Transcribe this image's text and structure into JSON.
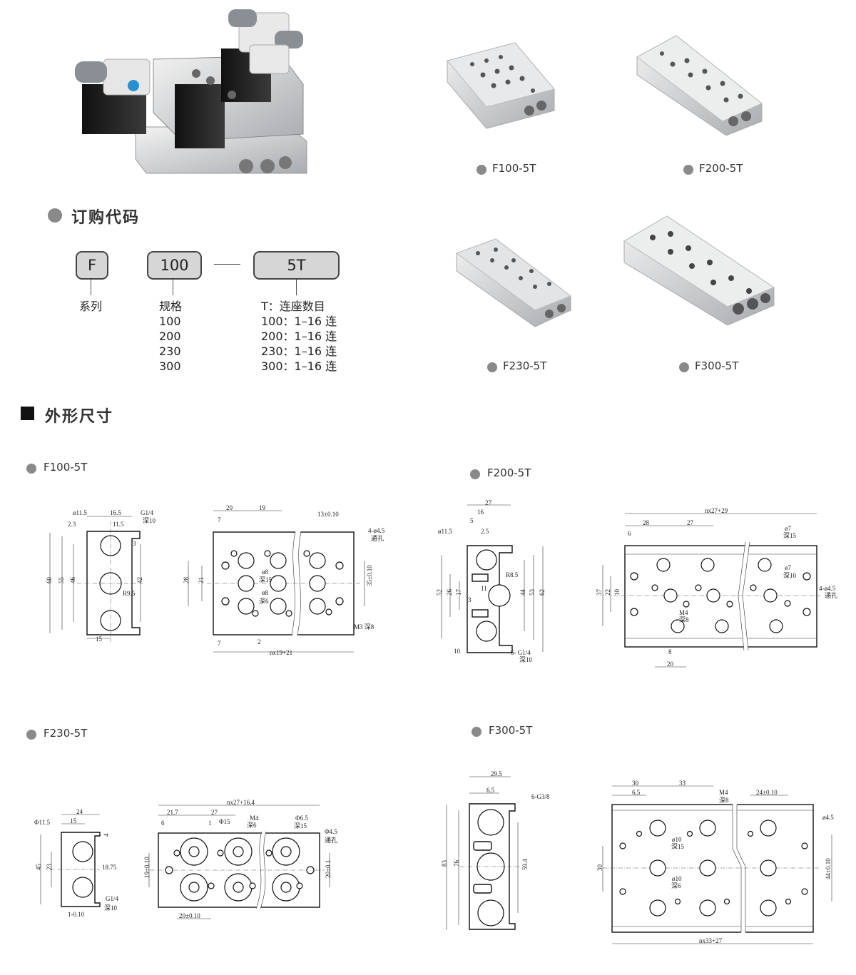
{
  "products": [
    {
      "label": "F100-5T"
    },
    {
      "label": "F200-5T"
    },
    {
      "label": "F230-5T"
    },
    {
      "label": "F300-5T"
    }
  ],
  "ordering": {
    "title": "订购代码",
    "codes": [
      "F",
      "100",
      "5T"
    ],
    "series_label": "系列",
    "spec_label": "规格",
    "specs": [
      "100",
      "200",
      "230",
      "300"
    ],
    "station_title": "T：连座数目",
    "stations": [
      "100：1–16 连",
      "200：1–16 连",
      "230：1–16 连",
      "300：1–16 连"
    ]
  },
  "dimensions": {
    "title": "外形尺寸",
    "f100": {
      "title": "F100-5T",
      "end": [
        "ø11.5",
        "16.5",
        "G1/4",
        "深10",
        "2.3",
        "11.5",
        "3",
        "60",
        "55",
        "46",
        "42",
        "R9.5",
        "15"
      ],
      "plate": [
        "20",
        "19",
        "13±0.10",
        "7",
        "4-ø4.5",
        "通孔",
        "ø8",
        "深15",
        "28",
        "21",
        "ø8",
        "深6",
        "35±0.10",
        "M3 深8",
        "7",
        "2",
        "nx19+21"
      ]
    },
    "f200": {
      "title": "F200-5T",
      "end": [
        "27",
        "16",
        "5",
        "2.5",
        "ø11.5",
        "R8.5",
        "52",
        "26",
        "17",
        "11",
        "3",
        "44",
        "53",
        "62",
        "10",
        "6- G1/4",
        "深10"
      ],
      "plate": [
        "nx27+29",
        "28",
        "27",
        "6",
        "ø7",
        "深15",
        "ø7",
        "深10",
        "4-ø4.5",
        "通孔",
        "37",
        "22",
        "10",
        "M4",
        "深8",
        "8",
        "20"
      ]
    },
    "f230": {
      "title": "F230-5T",
      "end": [
        "24",
        "15",
        "Φ11.5",
        "4",
        "45",
        "23",
        "18.75",
        "G1/4",
        "深10",
        "1-0.10"
      ],
      "plate": [
        "nx27+16.4",
        "21.7",
        "27",
        "6",
        "1",
        "Φ15",
        "M4",
        "深6",
        "Φ6.5",
        "深15",
        "Φ4.5",
        "通孔",
        "19±0.10",
        "20±0.1",
        "20±0.10"
      ]
    },
    "f300": {
      "title": "F300-5T",
      "end": [
        "29.5",
        "6.5",
        "6-G3/8",
        "83",
        "76",
        "59.4"
      ],
      "plate": [
        "30",
        "33",
        "6.5",
        "M4",
        "深8",
        "24±0.10",
        "ø4.5",
        "ø10",
        "深15",
        "ø10",
        "深6",
        "30",
        "44±0.10",
        "nx33+27"
      ]
    }
  },
  "colors": {
    "bullet": "#8a8a8a",
    "code_box": "#d6d6d6"
  }
}
